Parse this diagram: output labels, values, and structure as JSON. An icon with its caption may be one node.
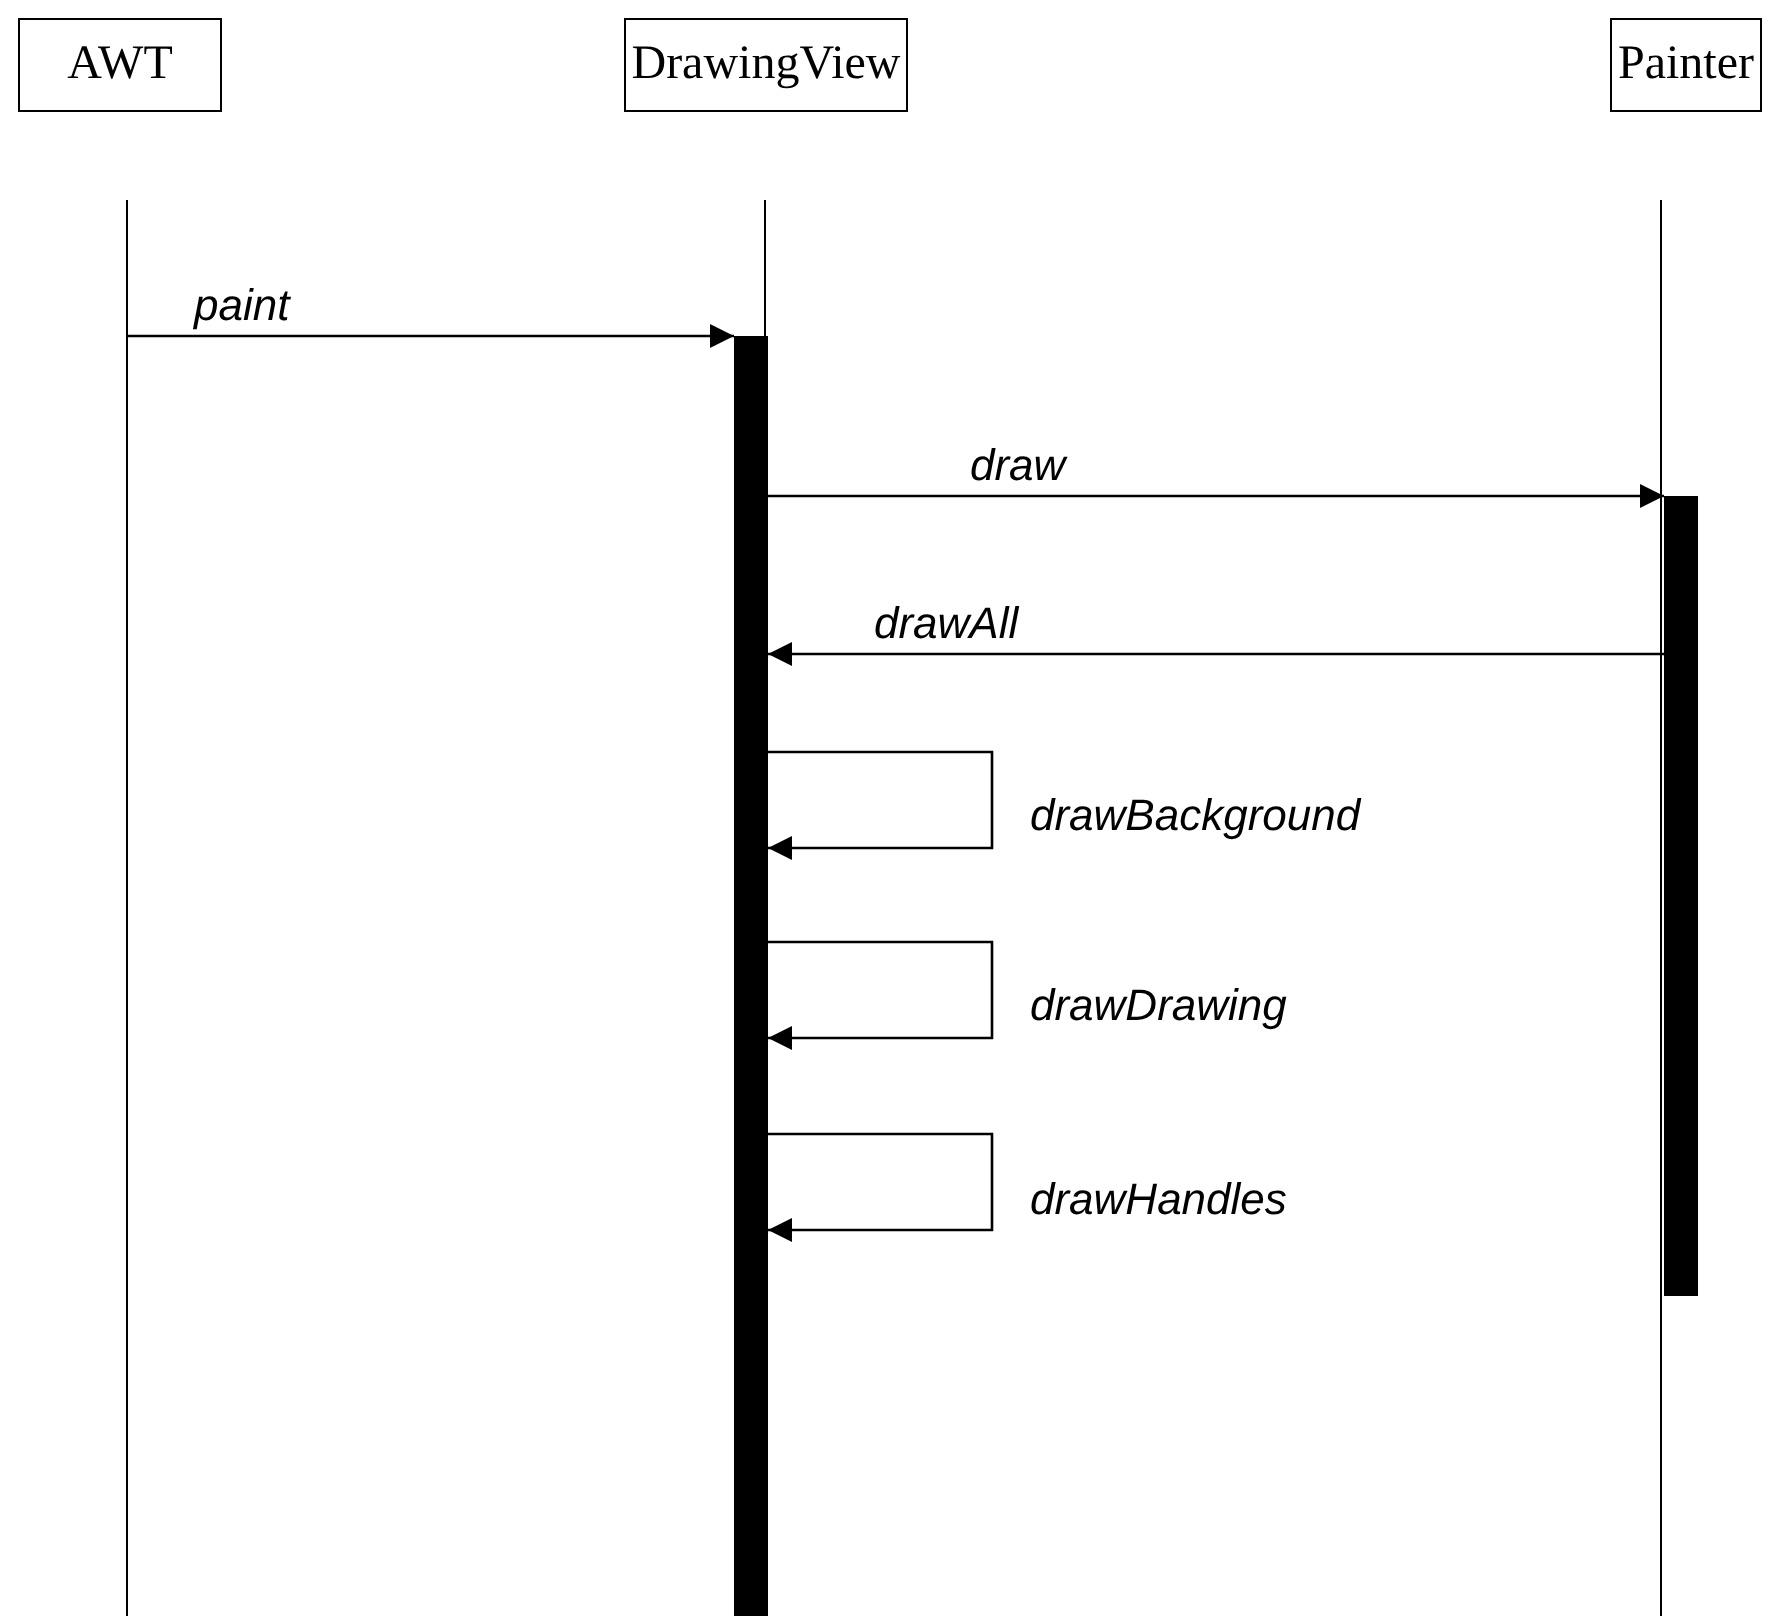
{
  "diagram": {
    "nodes": [
      {
        "text": [
          "AWT"
        ]
      },
      {
        "text": [
          "DrawingView"
        ]
      },
      {
        "text": [
          "Painter"
        ]
      },
      {
        "text": [],
        "shape": "line"
      },
      {
        "text": [],
        "shape": "line"
      },
      {
        "text": [],
        "shape": "line"
      },
      {
        "text": [],
        "shape": "bar"
      },
      {
        "text": [],
        "shape": "bar"
      }
    ],
    "edges": [
      {
        "from": 3,
        "to": 6,
        "arrow": "to",
        "label": "paint"
      },
      {
        "from": 6,
        "to": 7,
        "arrow": "to",
        "label": "draw"
      },
      {
        "from": 7,
        "to": 6,
        "arrow": "to",
        "label": "drawAll"
      },
      {
        "from": 6,
        "to": 6,
        "arrow": "to",
        "label": "drawBackground"
      },
      {
        "from": 6,
        "to": 6,
        "arrow": "to",
        "label": "drawDrawing"
      },
      {
        "from": 6,
        "to": 6,
        "arrow": "to",
        "label": "drawHandles"
      }
    ]
  }
}
